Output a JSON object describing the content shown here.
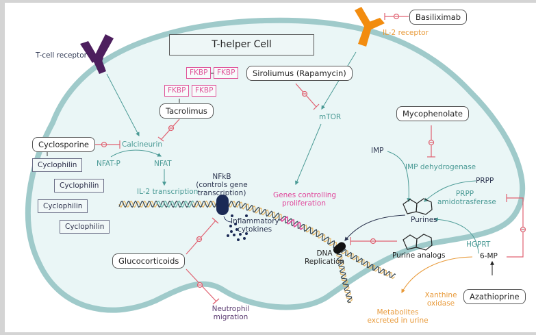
{
  "title": "T-helper Cell",
  "receptors": {
    "t_cell": "T-cell receptor",
    "il2": "IL-2 receptor"
  },
  "drugs": {
    "basiliximab": "Basiliximab",
    "sirolimus": "Siroliumus (Rapamycin)",
    "tacrolimus": "Tacrolimus",
    "cyclosporine": "Cyclosporine",
    "mycophenolate": "Mycophenolate",
    "glucocorticoids": "Glucocorticoids",
    "azathioprine": "Azathioprine"
  },
  "binding_proteins": {
    "fkbp": [
      "FKBP",
      "FKBP",
      "FKBP",
      "FKBP"
    ],
    "cyclophilin": [
      "Cyclophilin",
      "Cyclophilin",
      "Cyclophilin",
      "Cyclophilin"
    ]
  },
  "targets": {
    "calcineurin": "Calcineurin",
    "nfat_p": "NFAT-P",
    "nfat": "NFAT",
    "il2_transcription": "IL-2 transcription",
    "mtor": "mTOR",
    "nfkb_line1": "NFkB",
    "nfkb_line2": "(controls gene",
    "nfkb_line3": "transcription)",
    "genes_line1": "Genes controlling",
    "genes_line2": "proliferation",
    "inflam_line1": "Inflammatory",
    "inflam_line2": "cytokines",
    "dna_line1": "DNA",
    "dna_line2": "Replication",
    "imp": "IMP",
    "imp_dh": "IMP dehydrogenase",
    "prpp": "PRPP",
    "prpp_amido_line1": "PRPP",
    "prpp_amido_line2": "amidotrasferase",
    "purines": "Purines",
    "purine_analogs": "Purine analogs",
    "hgprt": "HGPRT",
    "six_mp": "6-MP",
    "xanthine_line1": "Xanthine",
    "xanthine_line2": "oxidase",
    "metab_line1": "Metabolites",
    "metab_line2": "excreted in urine",
    "neutro_line1": "Neutrophil",
    "neutro_line2": "migration"
  },
  "colors": {
    "membrane": "#9fcaca",
    "cytoplasm": "#eaf6f6",
    "inhibit": "#e06070",
    "activate": "#4a9a95",
    "t_cell_receptor": "#4d1f5e",
    "il2_receptor": "#f28c0f",
    "highlight_gene": "#e0459a"
  }
}
